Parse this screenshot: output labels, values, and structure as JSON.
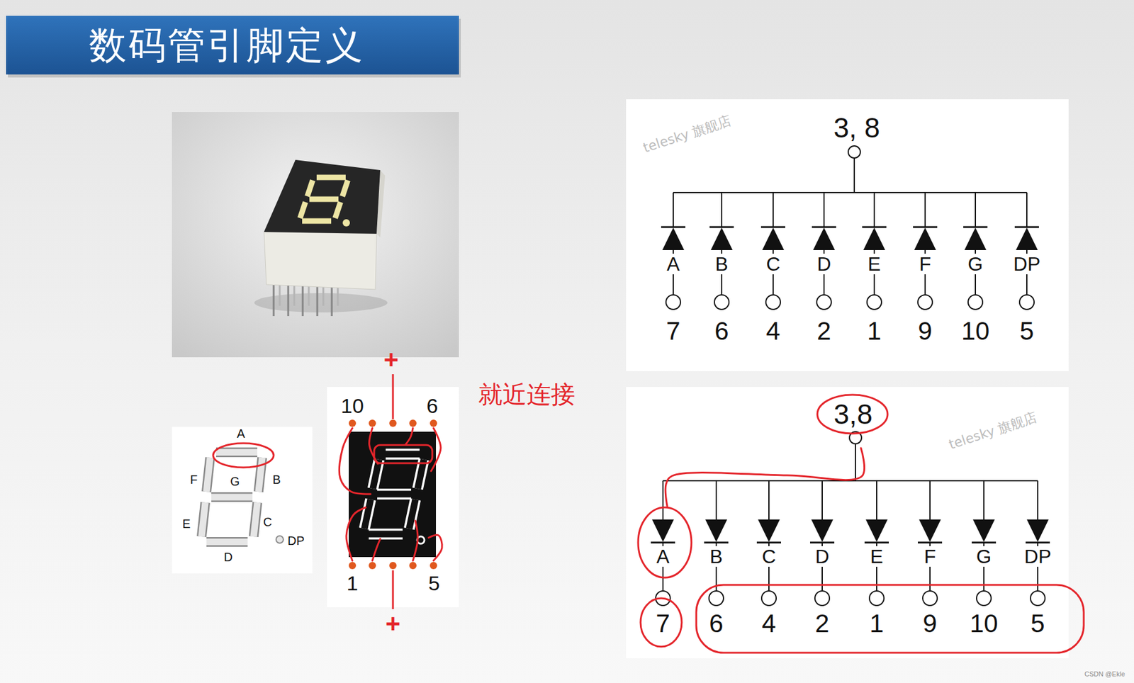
{
  "diagram": {
    "title": "数码管引脚定义",
    "labels": [
      "3, 8",
      "A",
      "B",
      "C",
      "D",
      "E",
      "F",
      "G",
      "DP",
      "7",
      "6",
      "4",
      "2",
      "1",
      "9",
      "10",
      "5",
      "3,8",
      "A",
      "B",
      "C",
      "D",
      "E",
      "F",
      "G",
      "DP",
      "7",
      "6",
      "4",
      "2",
      "1",
      "9",
      "10",
      "5",
      "就近连接",
      "+",
      "+",
      "10",
      "6",
      "1",
      "5",
      "A",
      "F",
      "G",
      "B",
      "E",
      "C",
      "DP",
      "D",
      "telesky 旗舰店",
      "telesky 旗舰店",
      "CSDN @Ekle"
    ]
  }
}
